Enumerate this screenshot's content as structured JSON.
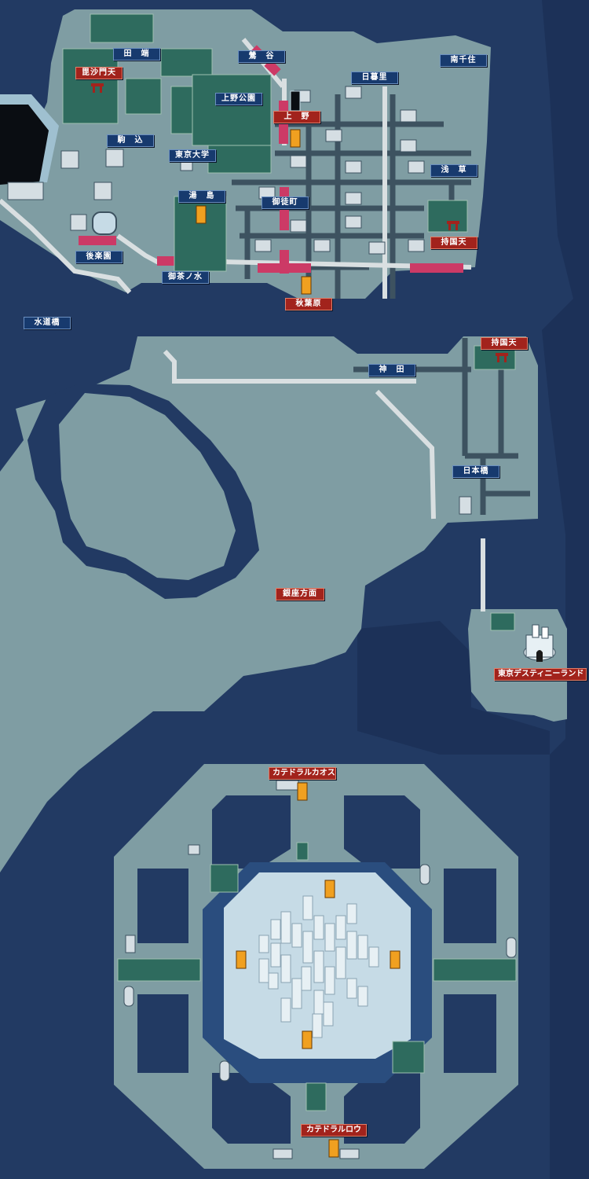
{
  "map": {
    "colors": {
      "sea": "#223a63",
      "deep_sea": "#1c3158",
      "land": "#7f9da3",
      "road": "#3d5260",
      "rail": "#d9dfe1",
      "train": "#cc3a66",
      "tree": "#2e6b5e",
      "label_blue": "#173a6e",
      "label_red": "#a2231c",
      "marker": "#f0a020",
      "plaza": "#c6dbe6"
    },
    "labels": {
      "tabata": "田　端",
      "uguisudani": "鶯　谷",
      "minamisenju": "南千住",
      "bishamonten": "毘沙門天",
      "nippori": "日暮里",
      "uenokoen": "上野公園",
      "ueno": "上　野",
      "komagome": "駒　込",
      "todai": "東京大学",
      "asakusa": "浅　草",
      "yushima": "湯　島",
      "okachimachi": "御徒町",
      "jikokuten1": "持国天",
      "korakuen": "後楽園",
      "ochanomizu": "御茶ノ水",
      "akihabara": "秋葉原",
      "suidobashi": "水道橋",
      "jikokuten2": "持国天",
      "kanda": "神　田",
      "nihonbashi": "日本橋",
      "ginza": "銀座方面",
      "destiny": "東京デスティニーランド",
      "cathedral_chaos": "カテドラルカオス",
      "cathedral_law": "カテドラルロウ"
    }
  }
}
